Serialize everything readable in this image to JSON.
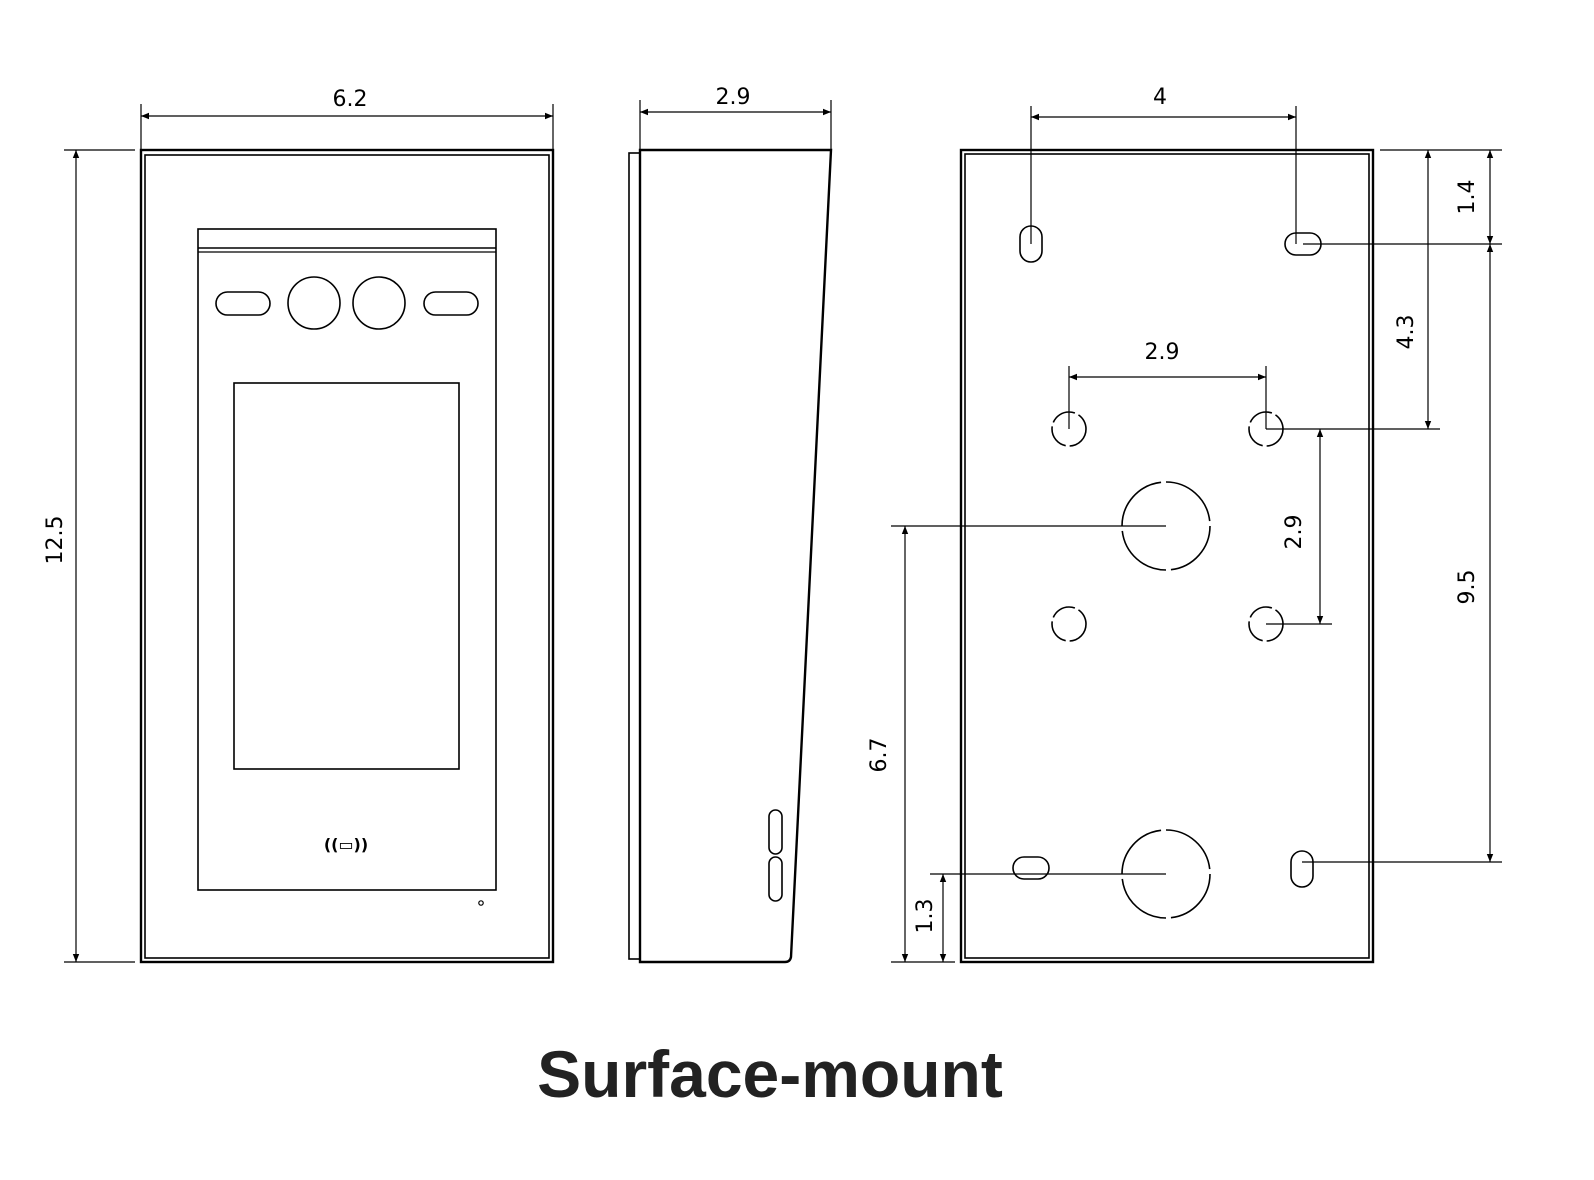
{
  "title": "Surface-mount",
  "front_view": {
    "width_label": "6.2",
    "height_label": "12.5",
    "rfid_symbol": "((▭))"
  },
  "side_view": {
    "depth_label": "2.9"
  },
  "back_view": {
    "top_holes_spacing_label": "4",
    "mid_holes_spacing_label": "2.9",
    "top_offset_label": "1.4",
    "upper_to_mid_label": "4.3",
    "mid_vertical_spacing_label": "2.9",
    "top_to_bottom_holes_label": "9.5",
    "center_hole_height_label": "6.7",
    "bottom_hole_height_label": "1.3"
  },
  "colors": {
    "lines": "#000000",
    "title": "#222222",
    "background": "#ffffff"
  }
}
